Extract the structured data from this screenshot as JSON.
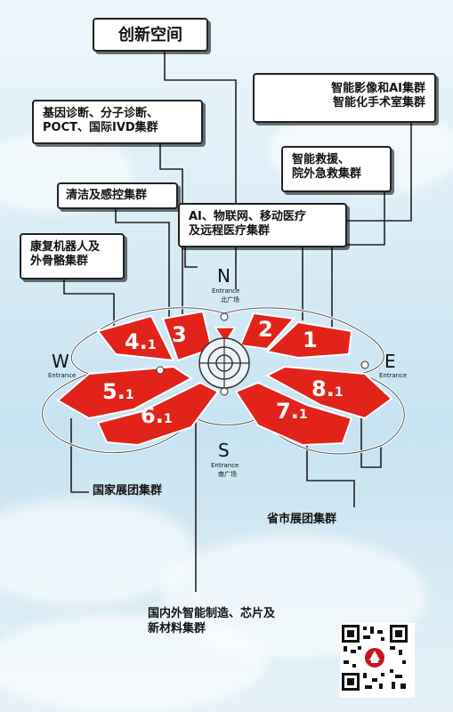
{
  "callouts": {
    "innovation_space": "创新空间",
    "gene_diagnosis": [
      "基因诊断、分子诊断、",
      "POCT、国际IVD集群"
    ],
    "cleaning": "清洁及感控集群",
    "ai_iot": [
      "AI、物联网、移动医疗",
      "及远程医疗集群"
    ],
    "rehab": [
      "康复机器人及",
      "外骨骼集群"
    ],
    "imaging_ai": [
      "智能影像和AI集群",
      "智能化手术室集群"
    ],
    "rescue": [
      "智能救援、",
      "院外急救集群"
    ],
    "national_group": "国家展团集群",
    "provincial_group": "省市展团集群",
    "manufacturing": [
      "国内外智能制造、芯片及",
      "新材料集群"
    ]
  },
  "entrances": {
    "north": {
      "letter": "N",
      "word": "Entrance",
      "cn": "北广场"
    },
    "south": {
      "letter": "S",
      "word": "Entrance",
      "cn": "南广场"
    },
    "west": {
      "letter": "W",
      "word": "Entrance"
    },
    "east": {
      "letter": "E",
      "word": "Entrance"
    }
  },
  "halls": [
    {
      "id": "1",
      "main": "1",
      "sub": ""
    },
    {
      "id": "2",
      "main": "2",
      "sub": ""
    },
    {
      "id": "3",
      "main": "3",
      "sub": ""
    },
    {
      "id": "4.1",
      "main": "4.",
      "sub": "1"
    },
    {
      "id": "5.1",
      "main": "5.",
      "sub": "1"
    },
    {
      "id": "6.1",
      "main": "6.",
      "sub": "1"
    },
    {
      "id": "7.1",
      "main": "7.",
      "sub": "1"
    },
    {
      "id": "8.1",
      "main": "8.",
      "sub": "1"
    }
  ],
  "colors": {
    "hall_red": "#e2231a",
    "hall_stroke": "#ffffff",
    "line": "#222222"
  }
}
